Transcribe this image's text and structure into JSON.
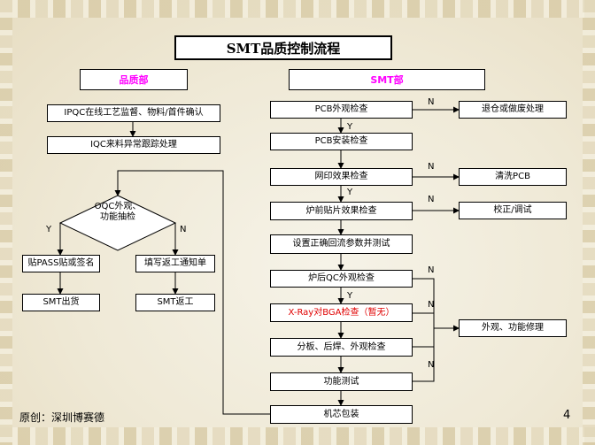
{
  "title": "SMT品质控制流程",
  "departments": {
    "left": "品质部",
    "right": "SMT部"
  },
  "left_flow": {
    "ipqc": "IPQC在线工艺监督、物料/首件确认",
    "iqc": "IQC来料异常跟踪处理",
    "oqc_line1": "OQC外观、",
    "oqc_line2": "功能抽检",
    "pass": "贴PASS贴或签名",
    "return_notice": "填写返工通知单",
    "ship": "SMT出货",
    "rework": "SMT返工"
  },
  "right_flow": {
    "pcb_visual": "PCB外观检查",
    "pcb_install": "PCB安装检查",
    "print_check": "网印效果检查",
    "pre_reflow": "炉前贴片效果检查",
    "reflow_setup": "设置正确回流参数并测试",
    "post_reflow_qc": "炉后QC外观检查",
    "xray": "X-Ray对BGA检查（暂无）",
    "split": "分板、后焊、外观检查",
    "func_test": "功能测试",
    "packing": "机芯包装"
  },
  "side_actions": {
    "return_scrap": "退仓或做废处理",
    "clean_pcb": "清洗PCB",
    "calibrate": "校正/调试",
    "repair": "外观、功能修理"
  },
  "labels": {
    "yes": "Y",
    "no": "N"
  },
  "footer": "原创：深圳博赛德",
  "page_number": "4"
}
